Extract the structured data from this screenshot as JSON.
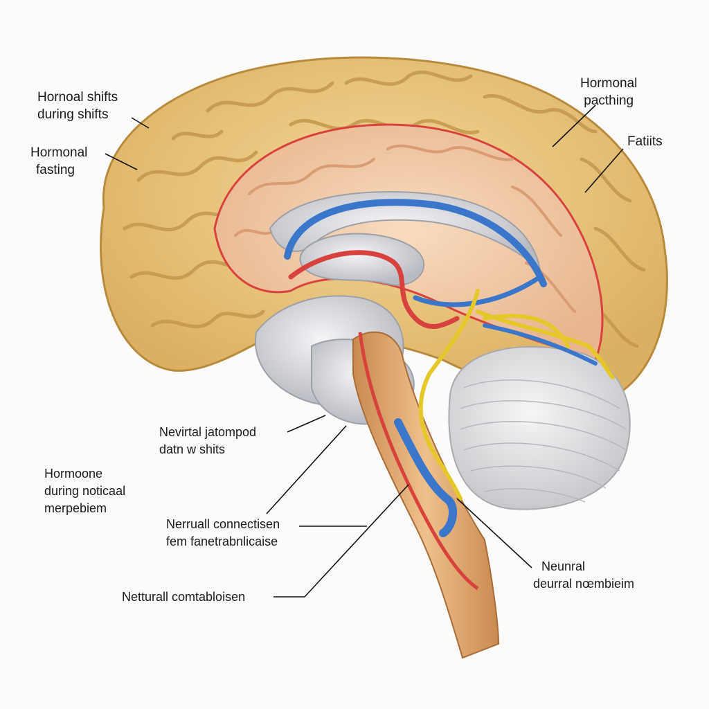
{
  "labels": {
    "top_left_1": {
      "line1": "Hornoal shifts",
      "line2": "during shifts"
    },
    "top_left_2": {
      "line1": "Hormonal",
      "line2": "fasting"
    },
    "top_right_1": {
      "line1": "Hormonal",
      "line2": "pacthing"
    },
    "top_right_2": {
      "line1": "Fatiits"
    },
    "mid_1": {
      "line1": "Nevirtal jatompod",
      "line2": "datn w shits"
    },
    "mid_left": {
      "line1": "Hormoone",
      "line2": "during noticaal",
      "line3": "merpebiem"
    },
    "mid_2": {
      "line1": "Nerruall connectisen",
      "line2": "fem fanetrabnlicaise"
    },
    "bottom_left": {
      "line1": "Netturall comtabloisen"
    },
    "bottom_right": {
      "line1": "Neunral",
      "line2": "deurral nœmbieim"
    }
  },
  "colors": {
    "cortex": "#e9c57d",
    "cortex_dark": "#b88a3c",
    "inner_cortex": "#f1caa3",
    "white_matter": "#d9dade",
    "blue_vessel": "#3a76c9",
    "red_vessel": "#d8423c",
    "yellow_nerve": "#e6c72a",
    "brainstem": "#dfa56a",
    "cerebellum": "#e4e4e6"
  }
}
